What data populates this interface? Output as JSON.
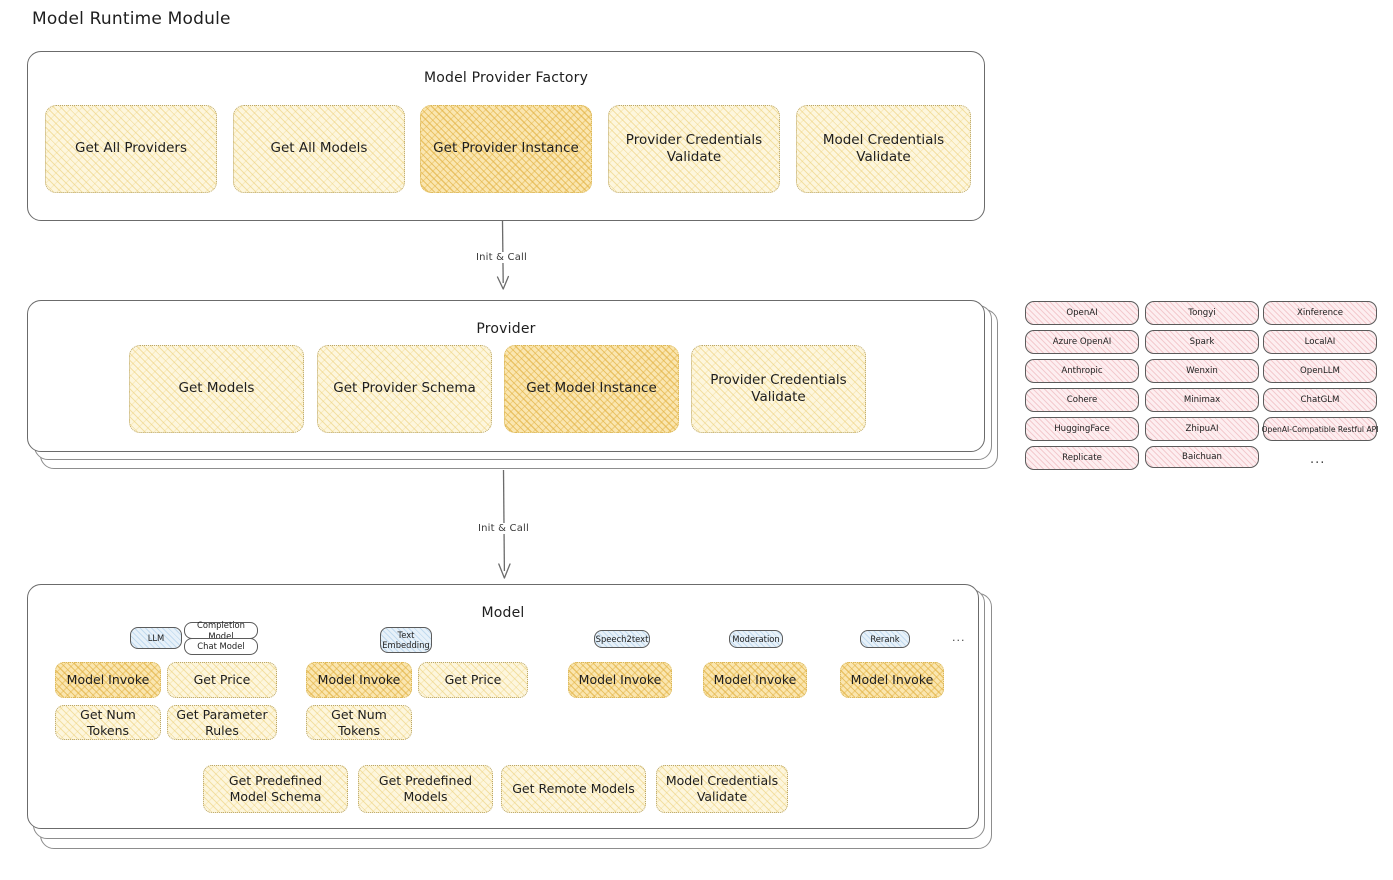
{
  "title": "Model Runtime Module",
  "sections": {
    "factory": {
      "title": "Model Provider Factory",
      "cards": [
        {
          "label": "Get All Providers",
          "highlight": false
        },
        {
          "label": "Get All Models",
          "highlight": false
        },
        {
          "label": "Get Provider Instance",
          "highlight": true
        },
        {
          "label": "Provider Credentials Validate",
          "highlight": false
        },
        {
          "label": "Model Credentials Validate",
          "highlight": false
        }
      ]
    },
    "provider": {
      "title": "Provider",
      "cards": [
        {
          "label": "Get Models",
          "highlight": false
        },
        {
          "label": "Get Provider Schema",
          "highlight": false
        },
        {
          "label": "Get Model Instance",
          "highlight": true
        },
        {
          "label": "Provider Credentials Validate",
          "highlight": false
        }
      ]
    },
    "model": {
      "title": "Model",
      "groups": [
        {
          "badge": "LLM",
          "sub_badges": [
            "Completion Model",
            "Chat Model"
          ],
          "cards": [
            "Model Invoke",
            "Get Price",
            "Get Num Tokens",
            "Get Parameter Rules"
          ]
        },
        {
          "badge": "Text\nEmbedding",
          "sub_badges": [],
          "cards": [
            "Model Invoke",
            "Get Price",
            "Get Num Tokens"
          ]
        },
        {
          "badge": "Speech2text",
          "sub_badges": [],
          "cards": [
            "Model Invoke"
          ]
        },
        {
          "badge": "Moderation",
          "sub_badges": [],
          "cards": [
            "Model Invoke"
          ]
        },
        {
          "badge": "Rerank",
          "sub_badges": [],
          "cards": [
            "Model Invoke"
          ]
        }
      ],
      "more_indicator": "...",
      "shared_cards": [
        "Get Predefined Model Schema",
        "Get Predefined Models",
        "Get Remote Models",
        "Model Credentials Validate"
      ]
    }
  },
  "arrows": [
    {
      "label": "Init & Call"
    },
    {
      "label": "Init & Call"
    }
  ],
  "provider_list": {
    "columns": [
      [
        "OpenAI",
        "Azure OpenAI",
        "Anthropic",
        "Cohere",
        "HuggingFace",
        "Replicate"
      ],
      [
        "Tongyi",
        "Spark",
        "Wenxin",
        "Minimax",
        "ZhipuAI",
        "Baichuan"
      ],
      [
        "Xinference",
        "LocalAI",
        "OpenLLM",
        "ChatGLM",
        "OpenAI-Compatible Restful API"
      ]
    ],
    "more_indicator": "..."
  },
  "colors": {
    "card_fill": "#fdf6dd",
    "card_highlight_fill": "#fae6b0",
    "card_border": "#b9a66a",
    "chip_pink_fill": "#fdeef0",
    "badge_blue_fill": "#e7f1f9",
    "panel_border": "#6b6b6b",
    "text": "#1e1e1e"
  }
}
